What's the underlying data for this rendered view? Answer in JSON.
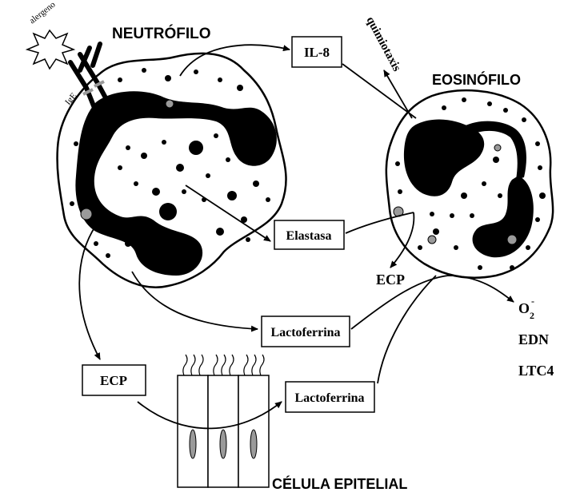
{
  "labels": {
    "neutrofilo": "NEUTRÓFILO",
    "eosinofilo": "EOSINÓFILO",
    "celula_epitelial": "CÉLULA EPITELIAL",
    "alergeno": "alergeno",
    "ige": "IgE",
    "quimiotaxis": "quimiotaxis"
  },
  "boxes": {
    "il8": "IL-8",
    "elastasa": "Elastasa",
    "lactoferrina_1": "Lactoferrina",
    "lactoferrina_2": "Lactoferrina",
    "ecp_box": "ECP"
  },
  "free_text": {
    "ecp": "ECP",
    "o2": "O",
    "o2_sub": "2",
    "o2_sup": "-",
    "edn": "EDN",
    "ltc4": "LTC4"
  },
  "colors": {
    "ink": "#000000",
    "granule_gray": "#9a9a9a",
    "cell_fill": "#ffffff"
  }
}
